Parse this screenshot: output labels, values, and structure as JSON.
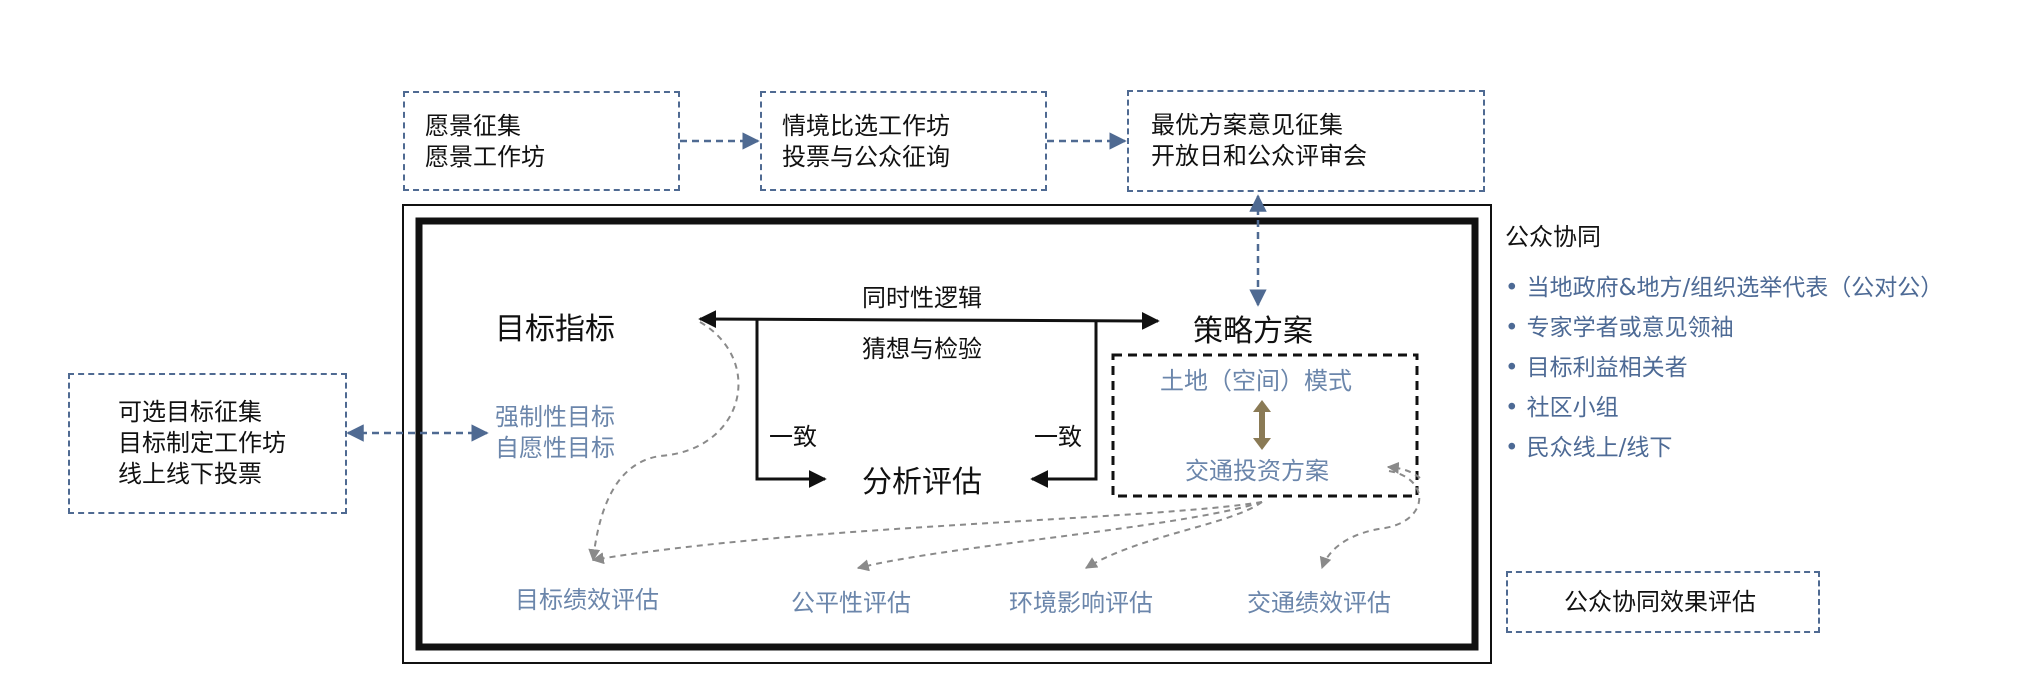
{
  "top_boxes": [
    {
      "line1": "愿景征集",
      "line2": "愿景工作坊"
    },
    {
      "line1": "情境比选工作坊",
      "line2": "投票与公众征询"
    },
    {
      "line1": "最优方案意见征集",
      "line2": "开放日和公众评审会"
    }
  ],
  "left_box": {
    "lines": [
      "可选目标征集",
      "目标制定工作坊",
      "线上线下投票"
    ]
  },
  "targets": {
    "mandatory": "强制性目标",
    "voluntary": "自愿性目标"
  },
  "nodes": {
    "goal_indicators": "目标指标",
    "strategy_plan": "策略方案",
    "analysis_evaluation": "分析评估",
    "concurrent_logic": "同时性逻辑",
    "hypothesis_test": "猜想与检验",
    "consistent_left": "一致",
    "consistent_right": "一致"
  },
  "strategy_box": {
    "land_model": "土地（空间）模式",
    "transport_plan": "交通投资方案"
  },
  "evaluations": [
    "目标绩效评估",
    "公平性评估",
    "环境影响评估",
    "交通绩效评估"
  ],
  "public_collaboration": {
    "title": "公众协同",
    "items": [
      "当地政府&地方/组织选举代表（公对公）",
      "专家学者或意见领袖",
      "目标利益相关者",
      "社区小组",
      "民众线上/线下"
    ]
  },
  "effect_box": {
    "label": "公众协同效果评估"
  },
  "colors": {
    "dash_blue": "#4f6a92",
    "text_blue": "#6b86ab",
    "list_blue": "#4d6a95",
    "curve_gray": "#8a8a8a",
    "double_arrow": "#8a7a55"
  }
}
